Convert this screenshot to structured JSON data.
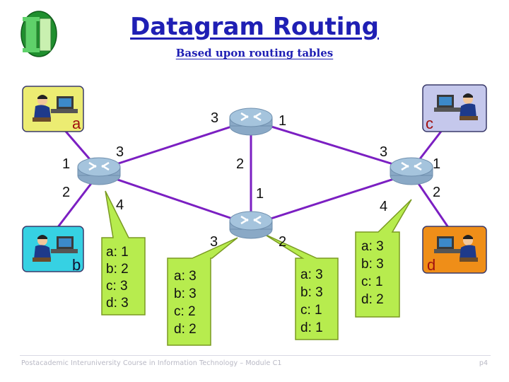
{
  "slide": {
    "title": "Datagram Routing",
    "subtitle": "Based upon routing tables",
    "footer": "Postacademic Interuniversity Course in Information Technology – Module C1",
    "page": "p4"
  },
  "logo": {
    "letters": "II",
    "icon": "university-logo-icon"
  },
  "hosts": [
    {
      "id": "a",
      "label": "a",
      "color": "#ecec72",
      "label_color": "#a01010",
      "icon": "workstation-icon"
    },
    {
      "id": "b",
      "label": "b",
      "color": "#36d1e3",
      "label_color": "#101030",
      "icon": "workstation-icon"
    },
    {
      "id": "c",
      "label": "c",
      "color": "#c5c8ec",
      "label_color": "#a01010",
      "icon": "workstation-icon"
    },
    {
      "id": "d",
      "label": "d",
      "color": "#ef8e18",
      "label_color": "#a01010",
      "icon": "workstation-icon"
    }
  ],
  "routers": [
    {
      "id": "top",
      "ports": {
        "3": "3",
        "1": "1",
        "2": "2"
      },
      "icon": "router-icon"
    },
    {
      "id": "left",
      "ports": {
        "1": "1",
        "2": "2",
        "3": "3",
        "4": "4"
      },
      "icon": "router-icon"
    },
    {
      "id": "center",
      "ports": {
        "1": "1",
        "2": "2",
        "3": "3"
      },
      "icon": "router-icon"
    },
    {
      "id": "right",
      "ports": {
        "1": "1",
        "2": "2",
        "3": "3",
        "4": "4"
      },
      "icon": "router-icon"
    }
  ],
  "tables": {
    "left": [
      "a: 1",
      "b: 2",
      "c: 3",
      "d: 3"
    ],
    "center": [
      "a: 3",
      "b: 3",
      "c: 2",
      "d: 2"
    ],
    "center_right": [
      "a: 3",
      "b: 3",
      "c: 1",
      "d: 1"
    ],
    "right": [
      "a: 3",
      "b: 3",
      "c: 1",
      "d: 2"
    ]
  },
  "colors": {
    "link": "#7b1fc2",
    "callout_fill": "#b7ec4e",
    "callout_stroke": "#7a9a22",
    "router_body": "#8aa9c6",
    "router_top": "#a5c4dd"
  }
}
